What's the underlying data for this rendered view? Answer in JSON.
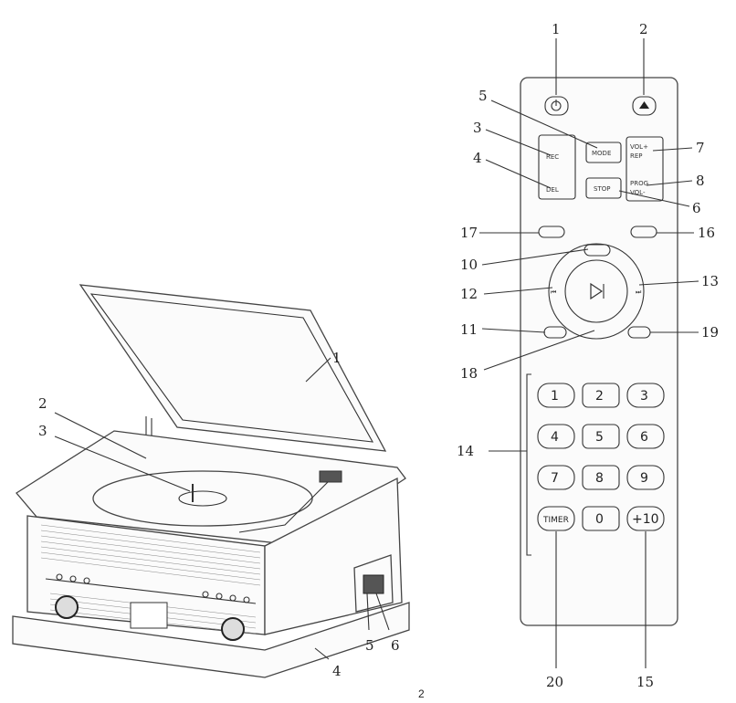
{
  "turntable": {
    "callouts": [
      "1",
      "2",
      "3",
      "4",
      "5",
      "6"
    ]
  },
  "remote": {
    "callouts": [
      "1",
      "2",
      "3",
      "4",
      "5",
      "6",
      "7",
      "8",
      "10",
      "11",
      "12",
      "13",
      "14",
      "15",
      "16",
      "17",
      "18",
      "19",
      "20"
    ],
    "buttons": {
      "rec": "REC",
      "del": "DEL",
      "mode": "MODE",
      "stop": "STOP",
      "vol_plus": "VOL+",
      "rep": "REP",
      "prog": "PROG",
      "vol_minus": "VOL-",
      "timer": "TIMER",
      "plus10": "+10"
    },
    "numpad": [
      "1",
      "2",
      "3",
      "4",
      "5",
      "6",
      "7",
      "8",
      "9",
      "0"
    ]
  },
  "page_number": "2"
}
